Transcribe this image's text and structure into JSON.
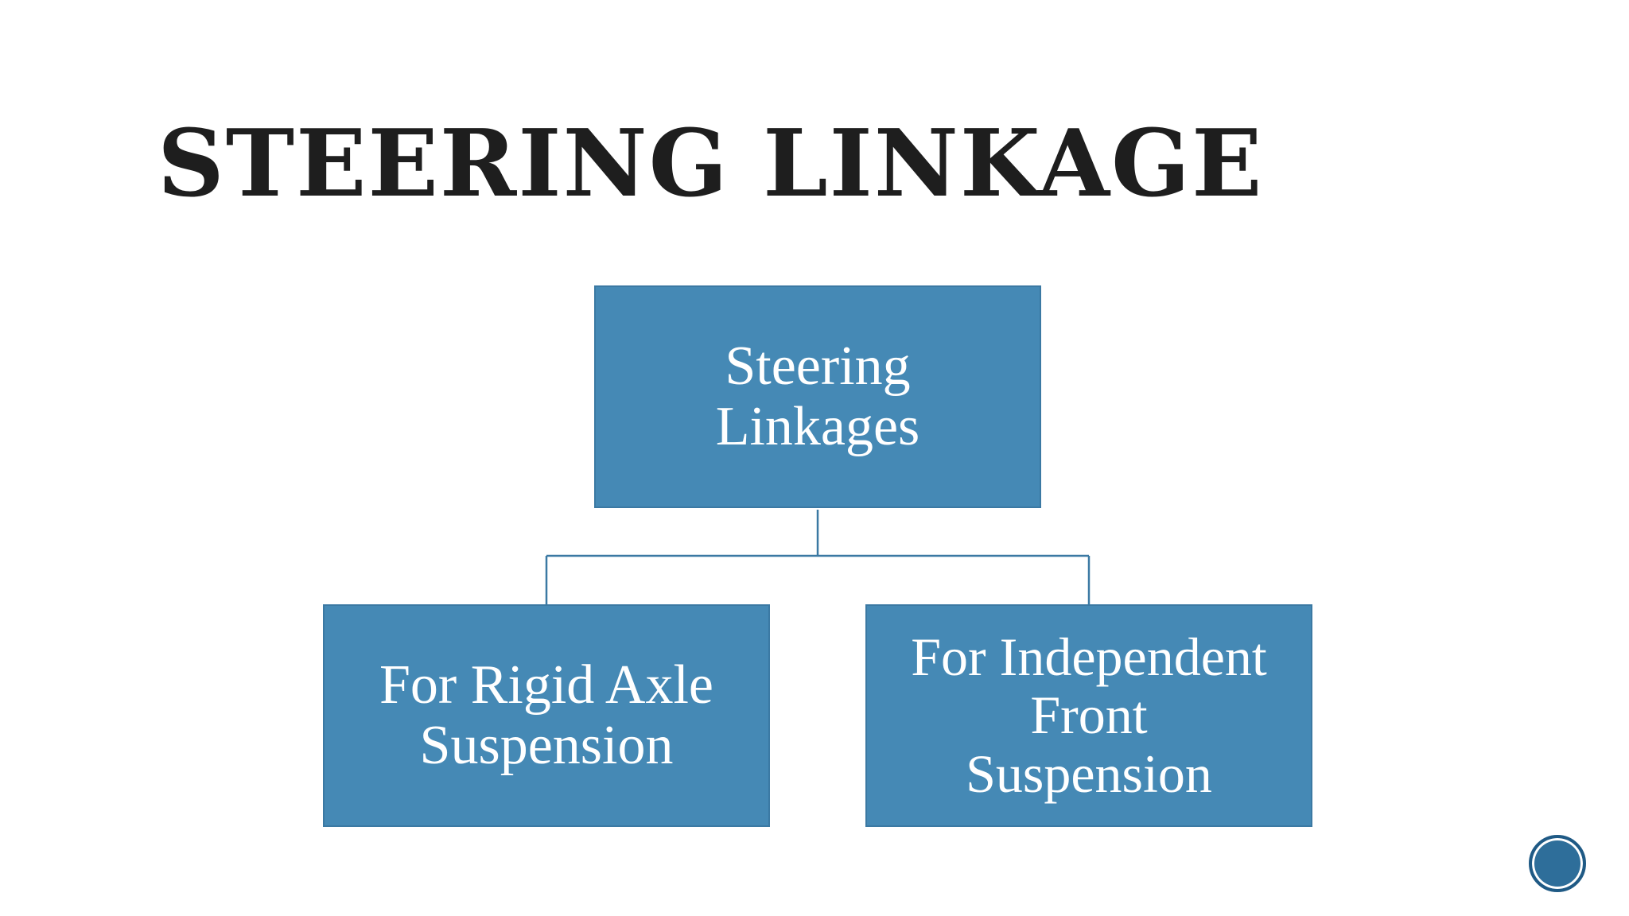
{
  "slide": {
    "title": "Steering Linkage"
  },
  "diagram": {
    "root": {
      "lines": [
        "Steering",
        "Linkages"
      ]
    },
    "children": [
      {
        "lines": [
          "For Rigid Axle",
          "Suspension"
        ]
      },
      {
        "lines": [
          "For Independent",
          "Front",
          "Suspension"
        ]
      }
    ],
    "colors": {
      "box_fill": "#4589b5",
      "connector": "#3b79a3",
      "text": "#ffffff"
    }
  },
  "nav": {
    "icon": "circle-nav-icon"
  }
}
